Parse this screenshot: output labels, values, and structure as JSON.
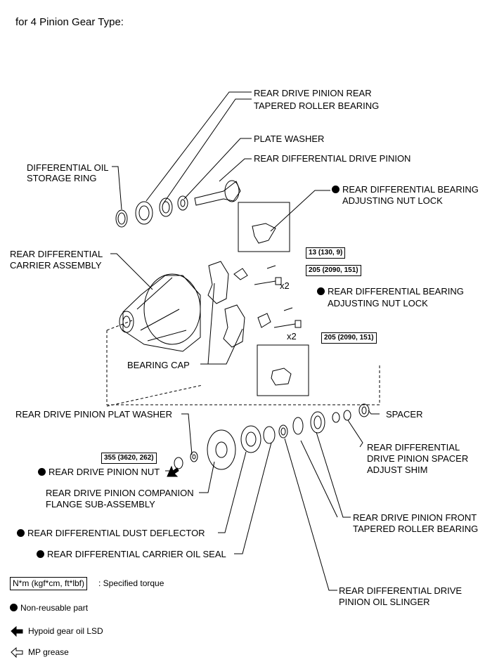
{
  "title": "for 4 Pinion Gear Type:",
  "labels": {
    "rear_pinion_rear_bearing_1": "REAR DRIVE PINION REAR",
    "rear_pinion_rear_bearing_2": "TAPERED ROLLER BEARING",
    "plate_washer": "PLATE WASHER",
    "rear_diff_drive_pinion": "REAR DIFFERENTIAL DRIVE PINION",
    "oil_storage_ring_1": "DIFFERENTIAL OIL",
    "oil_storage_ring_2": "STORAGE RING",
    "bearing_nut_lock_1": "REAR DIFFERENTIAL BEARING",
    "bearing_nut_lock_2": "ADJUSTING NUT LOCK",
    "carrier_assembly_1": "REAR DIFFERENTIAL",
    "carrier_assembly_2": "CARRIER ASSEMBLY",
    "bearing_nut_lock_b_1": "REAR DIFFERENTIAL BEARING",
    "bearing_nut_lock_b_2": "ADJUSTING NUT LOCK",
    "bearing_cap": "BEARING CAP",
    "plat_washer": "REAR DRIVE PINION PLAT WASHER",
    "spacer": "SPACER",
    "pinion_nut": "REAR DRIVE PINION NUT",
    "spacer_shim_1": "REAR DIFFERENTIAL",
    "spacer_shim_2": "DRIVE PINION SPACER",
    "spacer_shim_3": "ADJUST SHIM",
    "companion_flange_1": "REAR DRIVE PINION COMPANION",
    "companion_flange_2": "FLANGE SUB-ASSEMBLY",
    "dust_deflector": "REAR DIFFERENTIAL DUST DEFLECTOR",
    "front_bearing_1": "REAR DRIVE PINION FRONT",
    "front_bearing_2": "TAPERED ROLLER BEARING",
    "oil_seal": "REAR DIFFERENTIAL CARRIER OIL SEAL",
    "oil_slinger_1": "REAR DIFFERENTIAL DRIVE",
    "oil_slinger_2": "PINION OIL SLINGER"
  },
  "torques": {
    "t1": "13 (130, 9)",
    "t2": "205 (2090, 151)",
    "t3": "205 (2090, 151)",
    "t4": "355 (3620, 262)"
  },
  "quantities": {
    "q1": "x2",
    "q2": "x2"
  },
  "legend": {
    "torque_box": "N*m (kgf*cm, ft*lbf)",
    "torque_text": ": Specified torque",
    "non_reusable": "Non-reusable part",
    "hypoid": "Hypoid gear oil LSD",
    "mp_grease": "MP grease"
  }
}
